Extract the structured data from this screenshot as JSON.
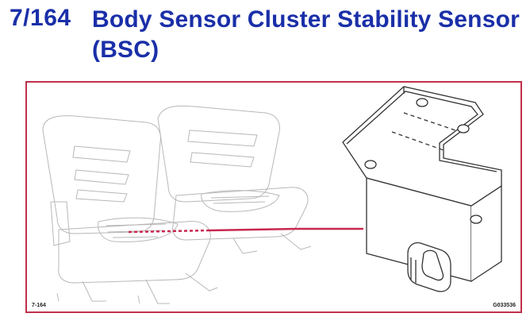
{
  "header": {
    "number": "7/164",
    "title": "Body Sensor Cluster Stability Sensor (BSC)"
  },
  "figure": {
    "figure_number": "7-164",
    "figure_code": "G033536"
  },
  "colors": {
    "heading": "#1a2fa8",
    "frame_border": "#c0304a",
    "pointer_line": "#c82850",
    "drawing_faint": "#b8b8b8",
    "drawing_dark": "#333333"
  }
}
